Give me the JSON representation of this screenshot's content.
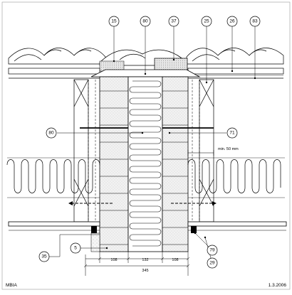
{
  "drawing": {
    "callouts": {
      "c15": "15",
      "c80_top": "80",
      "c37": "37",
      "c25": "25",
      "c26": "26",
      "c83": "83",
      "c80_left": "80",
      "c71": "71",
      "c5": "5",
      "c35": "35",
      "c79": "79",
      "c29": "29"
    },
    "note_min": "min. 50 mm",
    "dims": {
      "d1": "108",
      "d2": "132",
      "d3": "108",
      "total": "345"
    },
    "footer": {
      "left": "MBIA",
      "right": "1.3.2006"
    }
  }
}
